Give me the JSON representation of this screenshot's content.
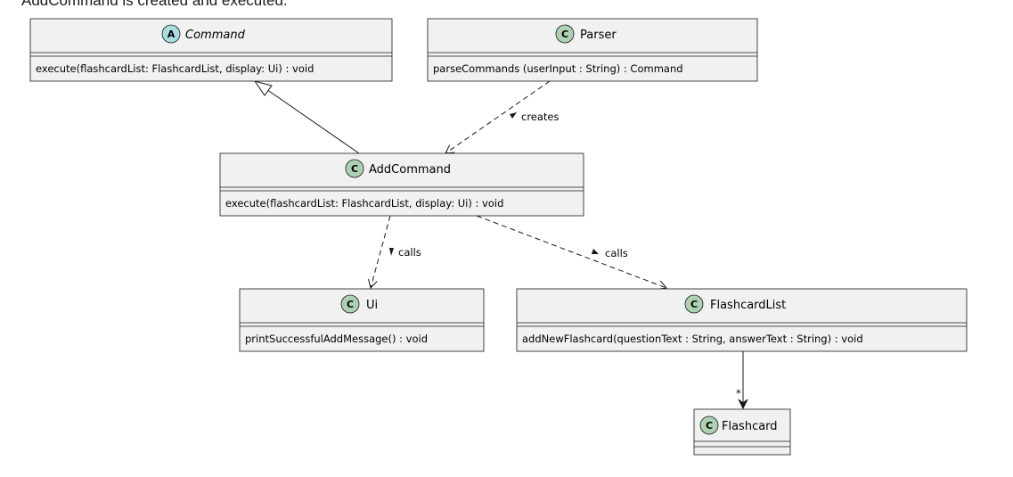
{
  "caption": "AddCommand is created and executed.",
  "colors": {
    "class_circle": "#ADD1B2",
    "abstract_circle": "#A9DCDF",
    "box_fill": "#F1F1F1",
    "border": "#181818"
  },
  "classes": {
    "command": {
      "stereotype_letter": "A",
      "name": "Command",
      "abstract": true,
      "members": [
        "execute(flashcardList: FlashcardList, display: Ui) : void"
      ]
    },
    "parser": {
      "stereotype_letter": "C",
      "name": "Parser",
      "members": [
        "parseCommands (userInput : String) : Command"
      ]
    },
    "addcommand": {
      "stereotype_letter": "C",
      "name": "AddCommand",
      "members": [
        "execute(flashcardList: FlashcardList, display: Ui) : void"
      ]
    },
    "ui": {
      "stereotype_letter": "C",
      "name": "Ui",
      "members": [
        "printSuccessfulAddMessage() : void"
      ]
    },
    "flashcardlist": {
      "stereotype_letter": "C",
      "name": "FlashcardList",
      "members": [
        "addNewFlashcard(questionText : String, answerText : String) : void"
      ]
    },
    "flashcard": {
      "stereotype_letter": "C",
      "name": "Flashcard",
      "members": []
    }
  },
  "relations": {
    "creates": {
      "label": "creates"
    },
    "calls_ui": {
      "label": "calls"
    },
    "calls_list": {
      "label": "calls"
    },
    "composition": {
      "multiplicity": "*"
    }
  }
}
